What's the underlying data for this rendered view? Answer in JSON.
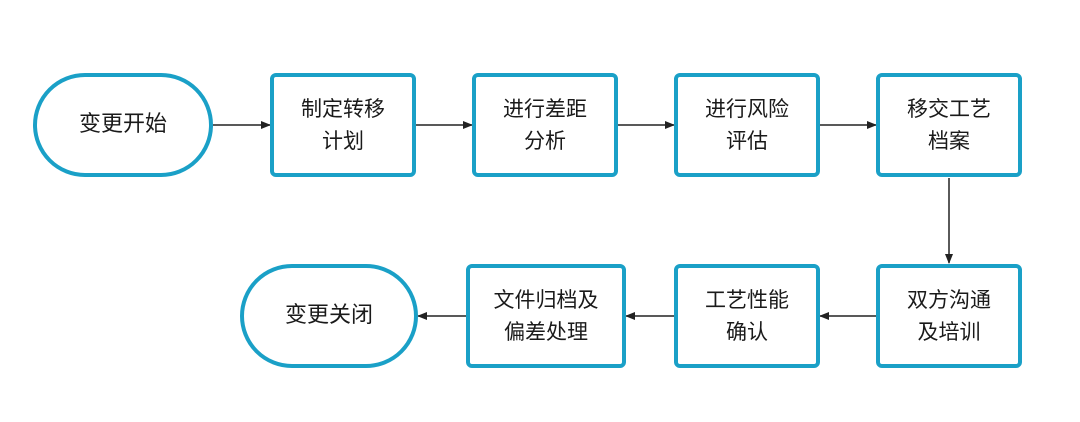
{
  "flow": {
    "start": "变更开始",
    "steps": [
      {
        "line1": "制定转移",
        "line2": "计划"
      },
      {
        "line1": "进行差距",
        "line2": "分析"
      },
      {
        "line1": "进行风险",
        "line2": "评估"
      },
      {
        "line1": "移交工艺",
        "line2": "档案"
      },
      {
        "line1": "双方沟通",
        "line2": "及培训"
      },
      {
        "line1": "工艺性能",
        "line2": "确认"
      },
      {
        "line1": "文件归档及",
        "line2": "偏差处理"
      }
    ],
    "end": "变更关闭"
  },
  "colors": {
    "accent": "#1aa0c7",
    "arrow": "#222222"
  }
}
